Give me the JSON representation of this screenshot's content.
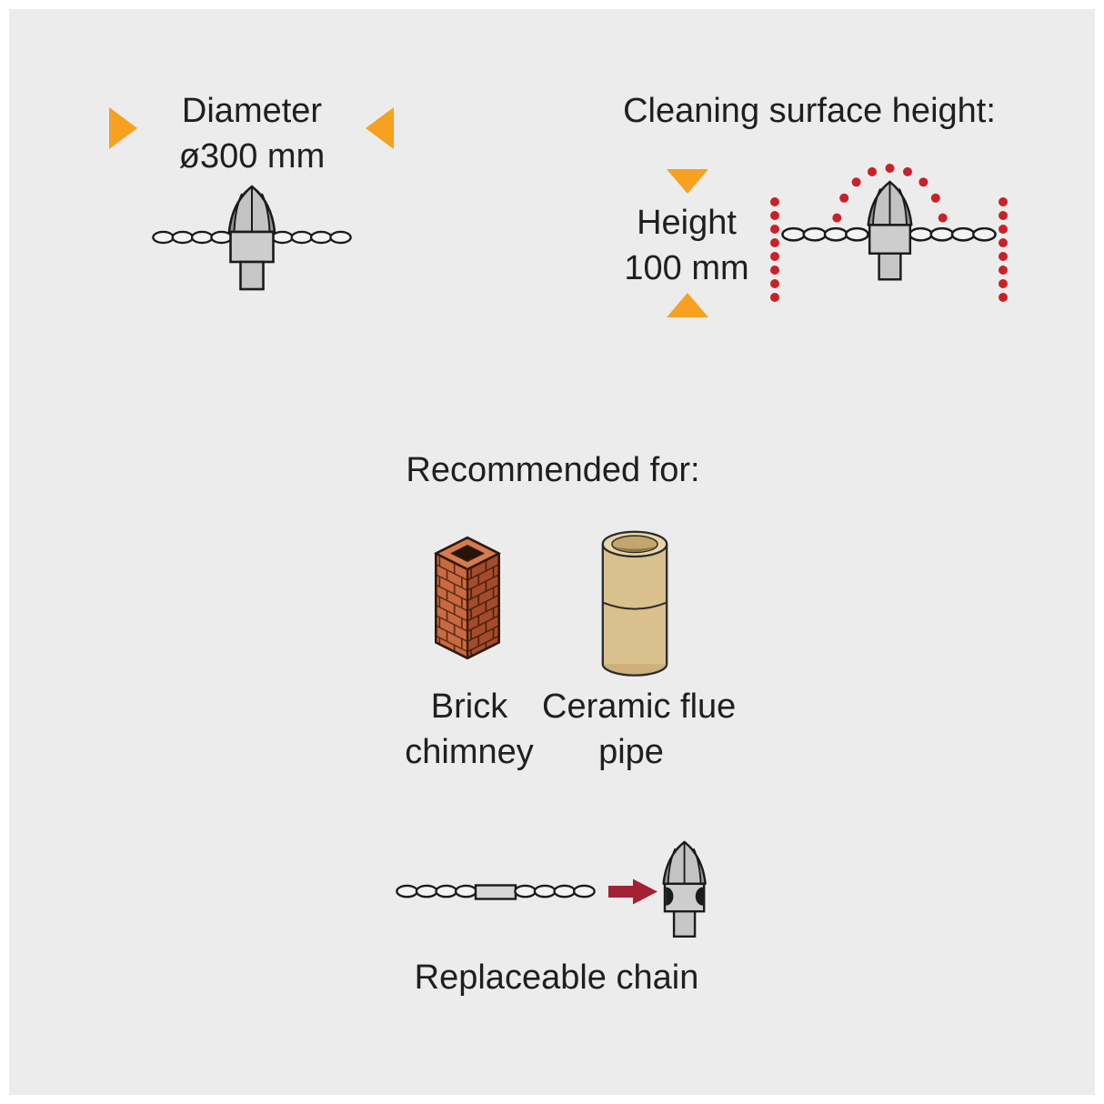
{
  "page": {
    "background": "#ececec",
    "frame": "#ffffff"
  },
  "colors": {
    "text": "#1f1f1f",
    "accent_orange": "#f6a120",
    "dotted_red": "#c92127",
    "arrow_red": "#a32133",
    "tool_gray": "#c6c6c6",
    "chain_outline": "#1b1b1b",
    "brick_front": "#ca6a40",
    "brick_side": "#a54b29",
    "ceramic_tan": "#d9c08d"
  },
  "diameter": {
    "label_line1": "Diameter",
    "label_line2": "ø300 mm"
  },
  "cleaning_height": {
    "title": "Cleaning surface height:",
    "label_line1": "Height",
    "label_line2": "100 mm"
  },
  "recommended": {
    "title": "Recommended for:",
    "items": [
      {
        "label_line1": "Brick",
        "label_line2": "chimney",
        "icon": "brick-chimney-icon"
      },
      {
        "label_line1": "Ceramic flue",
        "label_line2": "pipe",
        "icon": "ceramic-flue-pipe-icon"
      }
    ]
  },
  "replaceable": {
    "label": "Replaceable chain"
  },
  "icons": [
    "orange-arrow-right-icon",
    "orange-arrow-left-icon",
    "orange-arrow-down-icon",
    "orange-arrow-up-icon",
    "chain-whisk-tool-icon",
    "cleaning-surface-tool-icon",
    "red-dotted-line-left",
    "red-dotted-line-right",
    "red-dotted-arc",
    "brick-chimney-icon",
    "ceramic-flue-pipe-icon",
    "chain-icon",
    "chain-connector-sleeve",
    "red-arrow-right-icon",
    "tool-head-icon"
  ]
}
